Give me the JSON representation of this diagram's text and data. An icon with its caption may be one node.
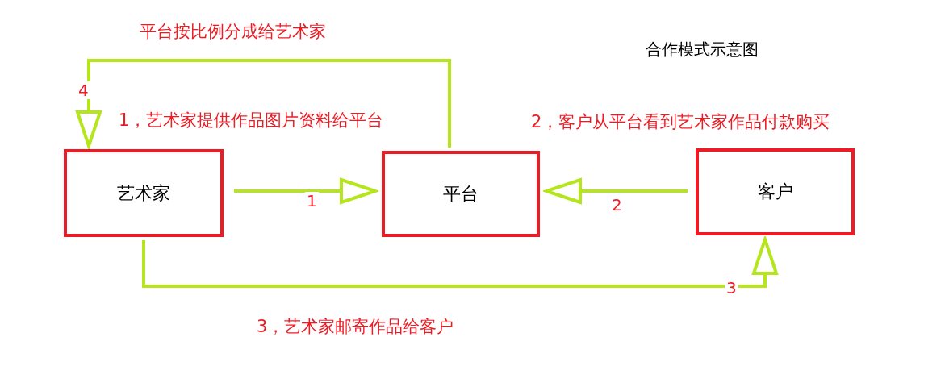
{
  "diagram": {
    "title": "合作模式示意图",
    "nodes": [
      {
        "text": [
          "艺术家"
        ]
      },
      {
        "text": [
          "平台"
        ]
      },
      {
        "text": [
          "客户"
        ]
      }
    ],
    "edges": [
      {
        "from": 0,
        "to": 1,
        "arrow": "to",
        "label": "1"
      },
      {
        "from": 2,
        "to": 1,
        "arrow": "to",
        "label": "2"
      },
      {
        "from": 0,
        "to": 2,
        "arrow": "to",
        "label": "3"
      },
      {
        "from": 1,
        "to": 0,
        "arrow": "to",
        "label": "4"
      }
    ],
    "labels": [
      "平台按比例分成给艺术家",
      "1，艺术家提供作品图片资料给平台",
      "2，客户从平台看到艺术家作品付款购买",
      "3，艺术家邮寄作品给客户"
    ]
  }
}
